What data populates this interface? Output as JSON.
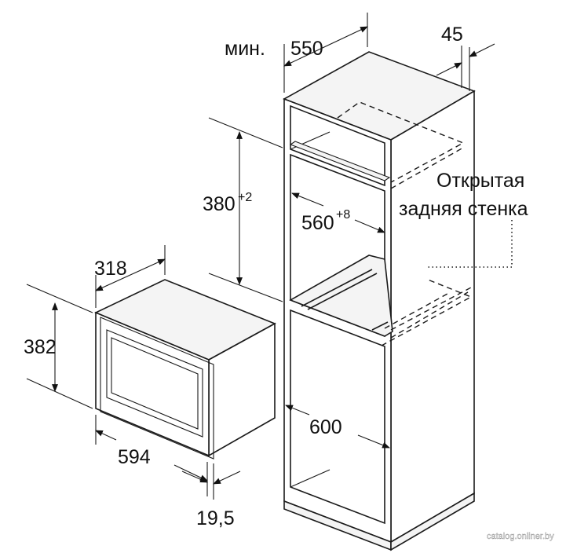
{
  "dimensions": {
    "cabinet_depth": {
      "prefix": "мин.",
      "value": "550"
    },
    "rear_gap": "45",
    "niche_height": {
      "value": "380",
      "tolerance": "+2"
    },
    "niche_width": {
      "value": "560",
      "tolerance": "+8"
    },
    "cabinet_width": "600",
    "oven_depth": "318",
    "oven_height": "382",
    "oven_width": "594",
    "front_thickness": "19,5"
  },
  "annotation": {
    "line1": "Открытая",
    "line2": "задняя стенка"
  },
  "watermark": "catalog.onliner.by"
}
